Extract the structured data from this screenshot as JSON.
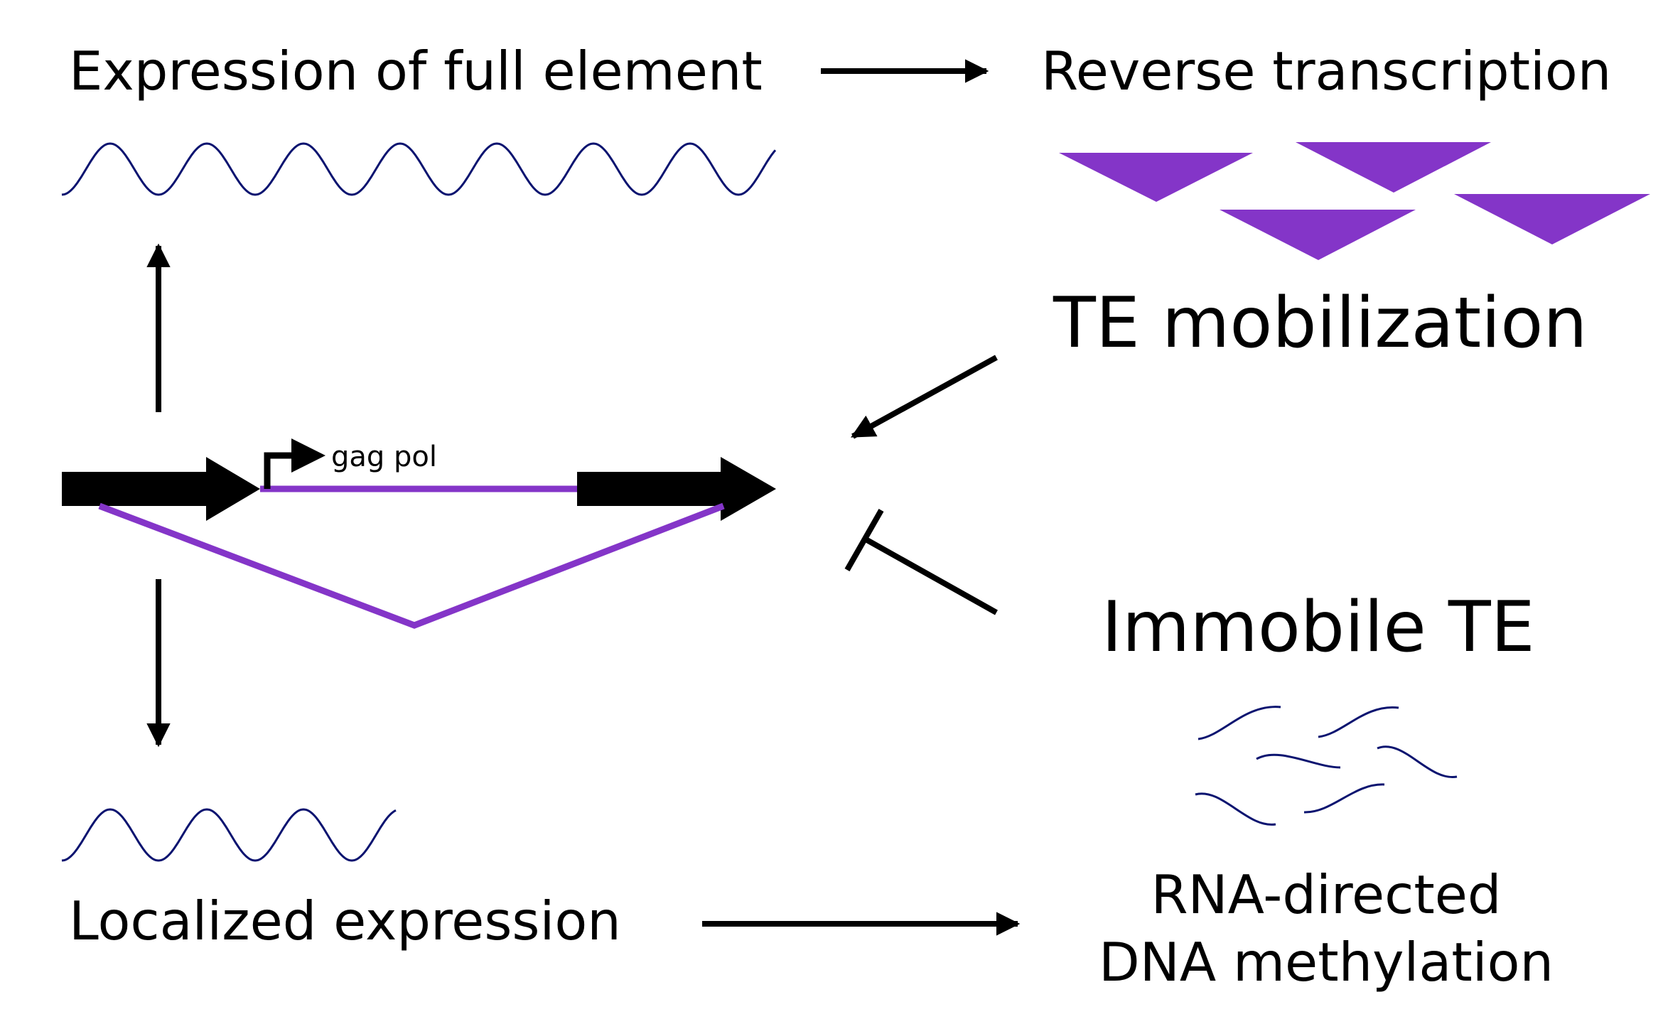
{
  "labels": {
    "expression_full": "Expression of full element",
    "reverse_transcription": "Reverse transcription",
    "te_mobilization": "TE mobilization",
    "gene_label": "gag pol",
    "immobile_te": "Immobile TE",
    "localized_expression": "Localized expression",
    "rddm_line1": "RNA-directed",
    "rddm_line2": "DNA methylation"
  },
  "colors": {
    "purple": "#8435C8",
    "navy": "#0B1470",
    "black": "#000000"
  }
}
